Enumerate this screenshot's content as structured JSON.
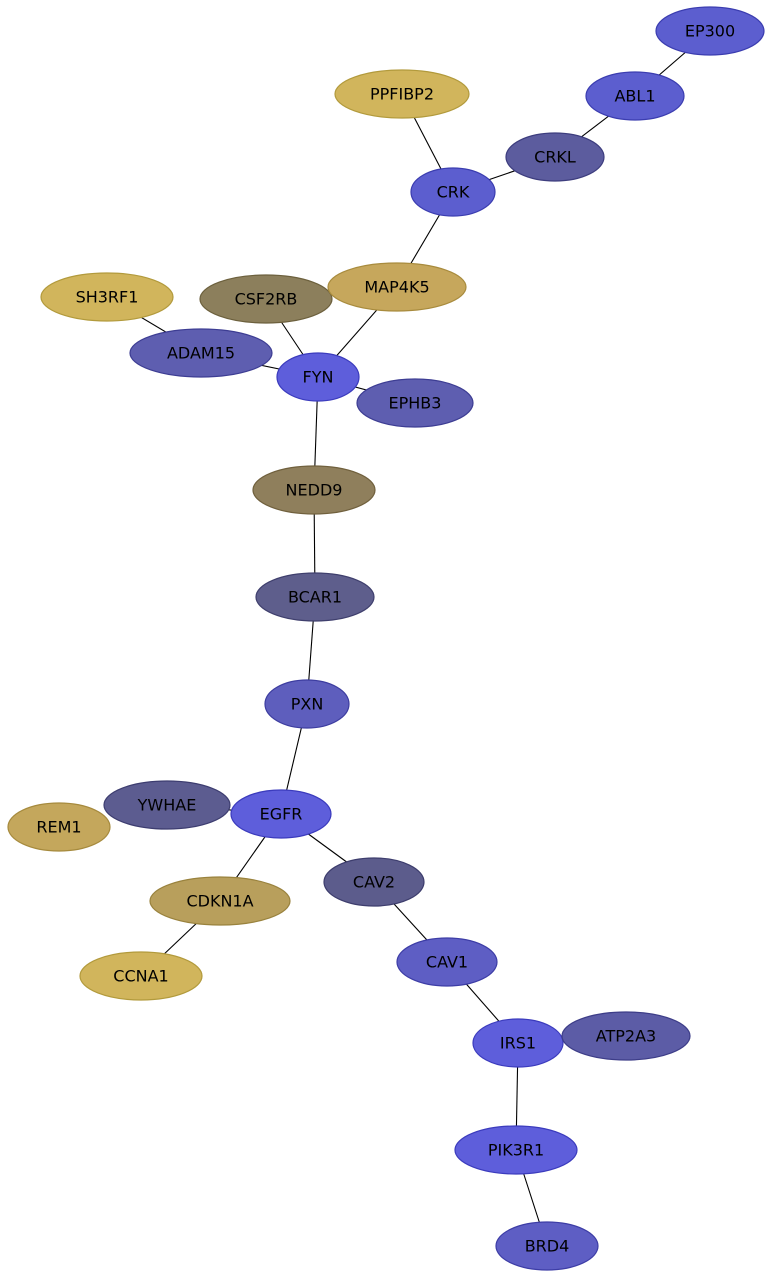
{
  "palette": {
    "edge": "#000000",
    "background": "#ffffff"
  },
  "nodes": [
    {
      "id": "EP300",
      "label": "EP300",
      "fill": "#5c5ecf",
      "stroke": "#3b3db0"
    },
    {
      "id": "ABL1",
      "label": "ABL1",
      "fill": "#5c5ecf",
      "stroke": "#3b3db0"
    },
    {
      "id": "PPFIBP2",
      "label": "PPFIBP2",
      "fill": "#d1b55c",
      "stroke": "#b29a3c"
    },
    {
      "id": "CRKL",
      "label": "CRKL",
      "fill": "#5c5c9e",
      "stroke": "#3d3d7e"
    },
    {
      "id": "CRK",
      "label": "CRK",
      "fill": "#5c5ecf",
      "stroke": "#3b3db0"
    },
    {
      "id": "SH3RF1",
      "label": "SH3RF1",
      "fill": "#d1b55c",
      "stroke": "#b29a3c"
    },
    {
      "id": "CSF2RB",
      "label": "CSF2RB",
      "fill": "#8c7f5c",
      "stroke": "#6c603d"
    },
    {
      "id": "MAP4K5",
      "label": "MAP4K5",
      "fill": "#c6a75c",
      "stroke": "#a88b3d"
    },
    {
      "id": "ADAM15",
      "label": "ADAM15",
      "fill": "#5e5eb0",
      "stroke": "#3d3d93"
    },
    {
      "id": "FYN",
      "label": "FYN",
      "fill": "#5e5edb",
      "stroke": "#3b3bbd"
    },
    {
      "id": "EPHB3",
      "label": "EPHB3",
      "fill": "#5e5eb0",
      "stroke": "#3d3d93"
    },
    {
      "id": "NEDD9",
      "label": "NEDD9",
      "fill": "#8f7f5c",
      "stroke": "#70603d"
    },
    {
      "id": "BCAR1",
      "label": "BCAR1",
      "fill": "#5e5e8c",
      "stroke": "#3f3f6d"
    },
    {
      "id": "PXN",
      "label": "PXN",
      "fill": "#5e5ebd",
      "stroke": "#3d3da0"
    },
    {
      "id": "YWHAE",
      "label": "YWHAE",
      "fill": "#5c5c90",
      "stroke": "#3d3d70"
    },
    {
      "id": "REM1",
      "label": "REM1",
      "fill": "#c4a75c",
      "stroke": "#a68a3d"
    },
    {
      "id": "EGFR",
      "label": "EGFR",
      "fill": "#5e5edb",
      "stroke": "#3b3bbd"
    },
    {
      "id": "CAV2",
      "label": "CAV2",
      "fill": "#5c5c8c",
      "stroke": "#3d3d6d"
    },
    {
      "id": "CDKN1A",
      "label": "CDKN1A",
      "fill": "#b89f5c",
      "stroke": "#99823d"
    },
    {
      "id": "CCNA1",
      "label": "CCNA1",
      "fill": "#d1b55c",
      "stroke": "#b29a3c"
    },
    {
      "id": "CAV1",
      "label": "CAV1",
      "fill": "#5e5ec4",
      "stroke": "#3d3da6"
    },
    {
      "id": "IRS1",
      "label": "IRS1",
      "fill": "#5e5edb",
      "stroke": "#3b3bbd"
    },
    {
      "id": "ATP2A3",
      "label": "ATP2A3",
      "fill": "#5c5ca6",
      "stroke": "#3d3d88"
    },
    {
      "id": "PIK3R1",
      "label": "PIK3R1",
      "fill": "#5e5edb",
      "stroke": "#3b3bbd"
    },
    {
      "id": "BRD4",
      "label": "BRD4",
      "fill": "#5e5ec4",
      "stroke": "#3d3da6"
    }
  ],
  "edges": [
    [
      "EP300",
      "ABL1"
    ],
    [
      "ABL1",
      "CRKL"
    ],
    [
      "CRKL",
      "CRK"
    ],
    [
      "PPFIBP2",
      "CRK"
    ],
    [
      "CRK",
      "MAP4K5"
    ],
    [
      "MAP4K5",
      "FYN"
    ],
    [
      "CSF2RB",
      "FYN"
    ],
    [
      "SH3RF1",
      "ADAM15"
    ],
    [
      "ADAM15",
      "FYN"
    ],
    [
      "FYN",
      "EPHB3"
    ],
    [
      "FYN",
      "NEDD9"
    ],
    [
      "NEDD9",
      "BCAR1"
    ],
    [
      "BCAR1",
      "PXN"
    ],
    [
      "PXN",
      "EGFR"
    ],
    [
      "YWHAE",
      "EGFR"
    ],
    [
      "EGFR",
      "CAV2"
    ],
    [
      "EGFR",
      "CDKN1A"
    ],
    [
      "CDKN1A",
      "CCNA1"
    ],
    [
      "CAV2",
      "CAV1"
    ],
    [
      "CAV1",
      "IRS1"
    ],
    [
      "IRS1",
      "ATP2A3"
    ],
    [
      "IRS1",
      "PIK3R1"
    ],
    [
      "PIK3R1",
      "BRD4"
    ]
  ]
}
